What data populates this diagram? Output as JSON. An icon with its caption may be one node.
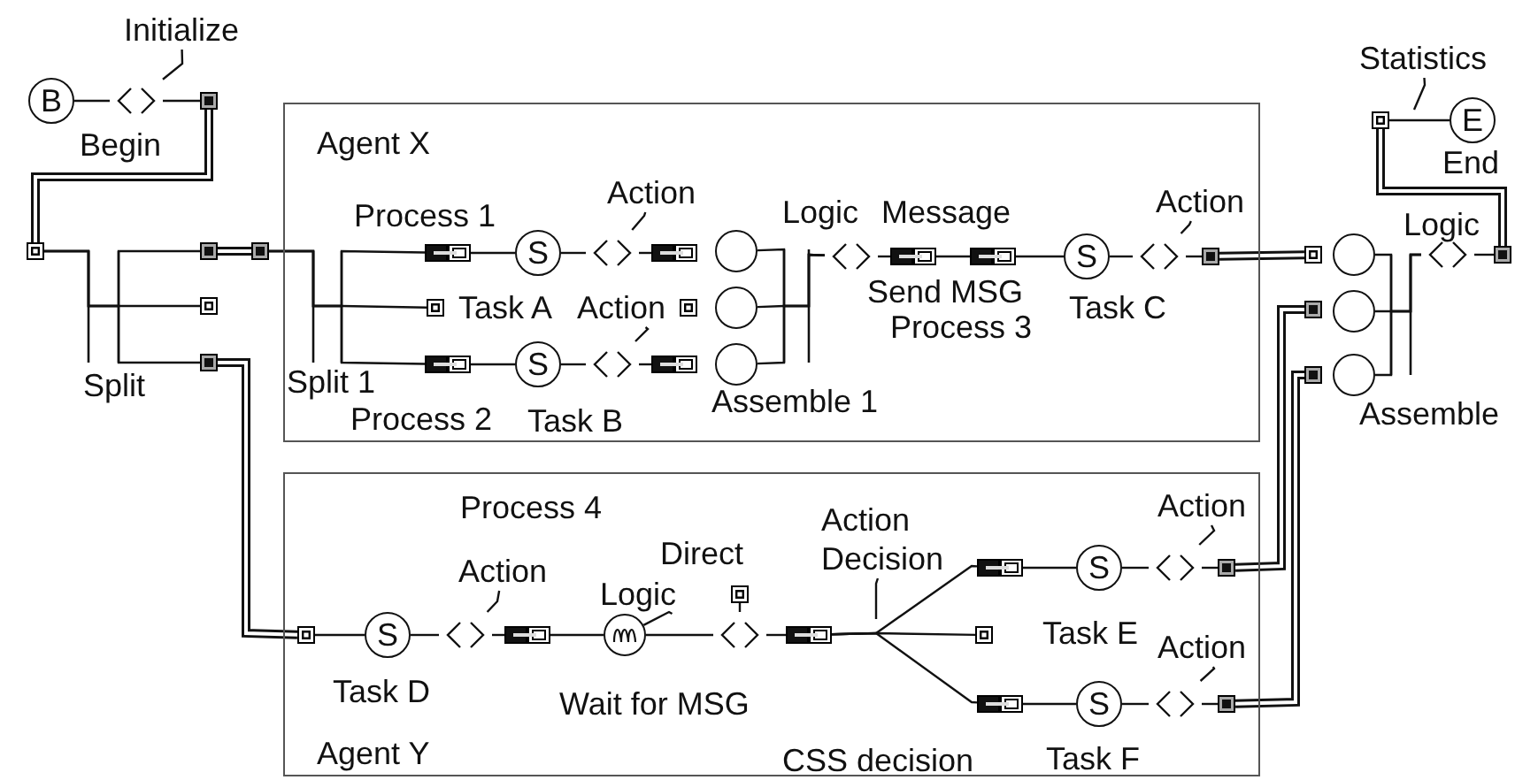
{
  "diagram": {
    "nodes": [
      {
        "text": [
          "B"
        ],
        "beside": [
          "Begin"
        ]
      },
      {
        "text": [
          "Initialize"
        ]
      },
      {
        "text": [],
        "shape": "diamond"
      },
      {
        "text": [],
        "shape": "box"
      },
      {
        "text": [],
        "shape": "box"
      },
      {
        "text": [],
        "shape": "box"
      },
      {
        "text": [],
        "shape": "box"
      },
      {
        "text": [],
        "shape": "box"
      },
      {
        "text": [
          "Agent X"
        ]
      },
      {
        "text": [],
        "shape": "box"
      },
      {
        "text": [],
        "shape": "box",
        "in": 8
      },
      {
        "text": [],
        "shape": "box",
        "in": 8
      },
      {
        "text": [],
        "shape": "box",
        "in": 8
      },
      {
        "text": [
          "S"
        ],
        "beside": [
          "Task A"
        ],
        "in": 8
      },
      {
        "text": [
          "S"
        ],
        "beside": [
          "Task B"
        ],
        "in": 8
      },
      {
        "text": [
          "Action"
        ],
        "in": 8
      },
      {
        "text": [],
        "shape": "diamond",
        "in": 8
      },
      {
        "text": [],
        "shape": "box",
        "in": 8
      },
      {
        "text": [
          "Action"
        ],
        "in": 8
      },
      {
        "text": [],
        "shape": "box",
        "in": 8
      },
      {
        "text": [],
        "shape": "diamond",
        "in": 8
      },
      {
        "text": [],
        "shape": "box",
        "in": 8
      },
      {
        "text": [],
        "shape": "circle",
        "in": 8
      },
      {
        "text": [],
        "shape": "circle",
        "in": 8
      },
      {
        "text": [],
        "shape": "circle",
        "in": 8
      },
      {
        "text": [],
        "shape": "diamond",
        "in": 8
      },
      {
        "text": [],
        "shape": "box",
        "in": 8
      },
      {
        "text": [],
        "shape": "box",
        "in": 8
      },
      {
        "text": [
          "S"
        ],
        "beside": [
          "Task C"
        ],
        "in": 8
      },
      {
        "text": [
          "Action"
        ],
        "in": 8
      },
      {
        "text": [],
        "shape": "diamond",
        "in": 8
      },
      {
        "text": [],
        "shape": "box",
        "in": 8
      },
      {
        "text": [],
        "shape": "box"
      },
      {
        "text": [],
        "shape": "box"
      },
      {
        "text": [],
        "shape": "box"
      },
      {
        "text": [],
        "shape": "circle"
      },
      {
        "text": [],
        "shape": "circle"
      },
      {
        "text": [],
        "shape": "circle"
      },
      {
        "text": [],
        "shape": "diamond"
      },
      {
        "text": [],
        "shape": "box"
      },
      {
        "text": [],
        "shape": "box"
      },
      {
        "text": [
          "E"
        ],
        "beside": [
          "End"
        ]
      },
      {
        "text": [
          "Statistics"
        ]
      },
      {
        "text": [
          "Agent Y"
        ]
      },
      {
        "text": [],
        "shape": "box",
        "in": 43
      },
      {
        "text": [
          "S"
        ],
        "beside": [
          "Task D"
        ],
        "in": 43
      },
      {
        "text": [
          "Action"
        ],
        "in": 43
      },
      {
        "text": [],
        "shape": "diamond",
        "in": 43
      },
      {
        "text": [],
        "shape": "box",
        "in": 43
      },
      {
        "text": [],
        "shape": "circle",
        "beside": [
          "Wait for MSG"
        ],
        "in": 43
      },
      {
        "text": [
          "Logic"
        ],
        "in": 43
      },
      {
        "text": [],
        "shape": "box",
        "beside": [
          "Direct"
        ],
        "in": 43
      },
      {
        "text": [],
        "shape": "diamond",
        "in": 43
      },
      {
        "text": [],
        "shape": "box",
        "in": 43
      },
      {
        "text": [
          "Action Decision"
        ],
        "in": 43
      },
      {
        "text": [],
        "shape": "box",
        "in": 43
      },
      {
        "text": [],
        "shape": "box",
        "in": 43
      },
      {
        "text": [],
        "shape": "box",
        "in": 43
      },
      {
        "text": [
          "S"
        ],
        "beside": [
          "Task E"
        ],
        "in": 43
      },
      {
        "text": [
          "Action"
        ],
        "in": 43
      },
      {
        "text": [],
        "shape": "diamond",
        "in": 43
      },
      {
        "text": [],
        "shape": "box",
        "in": 43
      },
      {
        "text": [
          "S"
        ],
        "beside": [
          "Task F"
        ],
        "in": 43
      },
      {
        "text": [
          "Action"
        ],
        "in": 43
      },
      {
        "text": [],
        "shape": "diamond",
        "in": 43
      },
      {
        "text": [],
        "shape": "box",
        "in": 43
      }
    ],
    "edges": [
      {
        "from": 0,
        "to": 2,
        "arrow": "none"
      },
      {
        "from": 1,
        "to": 2,
        "arrow": "none"
      },
      {
        "from": 2,
        "to": 3,
        "arrow": "none"
      },
      {
        "from": 3,
        "to": 4,
        "arrow": "none",
        "style": "thick"
      },
      {
        "from": 4,
        "to": 5,
        "arrow": "none"
      },
      {
        "from": 4,
        "to": 6,
        "arrow": "none"
      },
      {
        "from": 4,
        "to": 7,
        "arrow": "none"
      },
      {
        "from": 5,
        "to": 9,
        "arrow": "none",
        "style": "thick"
      },
      {
        "from": 9,
        "to": 10,
        "arrow": "none"
      },
      {
        "from": 9,
        "to": 11,
        "arrow": "none"
      },
      {
        "from": 9,
        "to": 12,
        "arrow": "none"
      },
      {
        "from": 10,
        "to": 13,
        "arrow": "none"
      },
      {
        "from": 12,
        "to": 14,
        "arrow": "none"
      },
      {
        "from": 13,
        "to": 16,
        "arrow": "none"
      },
      {
        "from": 15,
        "to": 16,
        "arrow": "none"
      },
      {
        "from": 16,
        "to": 17,
        "arrow": "none"
      },
      {
        "from": 14,
        "to": 20,
        "arrow": "none"
      },
      {
        "from": 18,
        "to": 20,
        "arrow": "none"
      },
      {
        "from": 20,
        "to": 21,
        "arrow": "none"
      },
      {
        "from": 22,
        "to": 25,
        "arrow": "none"
      },
      {
        "from": 23,
        "to": 25,
        "arrow": "none"
      },
      {
        "from": 24,
        "to": 25,
        "arrow": "none"
      },
      {
        "from": 25,
        "to": 26,
        "arrow": "none"
      },
      {
        "from": 26,
        "to": 27,
        "arrow": "none"
      },
      {
        "from": 27,
        "to": 28,
        "arrow": "none"
      },
      {
        "from": 28,
        "to": 30,
        "arrow": "none"
      },
      {
        "from": 29,
        "to": 30,
        "arrow": "none"
      },
      {
        "from": 30,
        "to": 31,
        "arrow": "none"
      },
      {
        "from": 31,
        "to": 32,
        "arrow": "none",
        "style": "thick"
      },
      {
        "from": 35,
        "to": 38,
        "arrow": "none"
      },
      {
        "from": 36,
        "to": 38,
        "arrow": "none"
      },
      {
        "from": 37,
        "to": 38,
        "arrow": "none"
      },
      {
        "from": 38,
        "to": 39,
        "arrow": "none"
      },
      {
        "from": 39,
        "to": 40,
        "arrow": "none",
        "style": "thick"
      },
      {
        "from": 40,
        "to": 41,
        "arrow": "none"
      },
      {
        "from": 42,
        "to": null,
        "arrow": "none"
      },
      {
        "from": 7,
        "to": 44,
        "arrow": "none",
        "style": "thick"
      },
      {
        "from": 44,
        "to": 45,
        "arrow": "none"
      },
      {
        "from": 45,
        "to": 47,
        "arrow": "none"
      },
      {
        "from": 46,
        "to": 47,
        "arrow": "none"
      },
      {
        "from": 47,
        "to": 48,
        "arrow": "none"
      },
      {
        "from": 48,
        "to": 49,
        "arrow": "none"
      },
      {
        "from": 50,
        "to": 49,
        "arrow": "none"
      },
      {
        "from": 49,
        "to": 52,
        "arrow": "none"
      },
      {
        "from": 51,
        "to": 52,
        "arrow": "none"
      },
      {
        "from": 52,
        "to": 53,
        "arrow": "none"
      },
      {
        "from": 53,
        "to": 55,
        "arrow": "none"
      },
      {
        "from": 53,
        "to": 56,
        "arrow": "none"
      },
      {
        "from": 53,
        "to": 57,
        "arrow": "none"
      },
      {
        "from": 54,
        "to": null,
        "arrow": "none"
      },
      {
        "from": 55,
        "to": 58,
        "arrow": "none"
      },
      {
        "from": 58,
        "to": 60,
        "arrow": "none"
      },
      {
        "from": 59,
        "to": 60,
        "arrow": "none"
      },
      {
        "from": 60,
        "to": 61,
        "arrow": "none"
      },
      {
        "from": 57,
        "to": 62,
        "arrow": "none"
      },
      {
        "from": 62,
        "to": 64,
        "arrow": "none"
      },
      {
        "from": 63,
        "to": 64,
        "arrow": "none"
      },
      {
        "from": 64,
        "to": 65,
        "arrow": "none"
      },
      {
        "from": 61,
        "to": 33,
        "arrow": "none",
        "style": "thick"
      },
      {
        "from": 65,
        "to": 34,
        "arrow": "none",
        "style": "thick"
      }
    ],
    "labels": [
      "Process 1",
      "Logic",
      "Message",
      "Logic",
      "Send MSG",
      "Process 3",
      "Split",
      "Split 1",
      "Process 2",
      "Assemble 1",
      "Assemble",
      "Process 4",
      "CSS decision"
    ]
  }
}
